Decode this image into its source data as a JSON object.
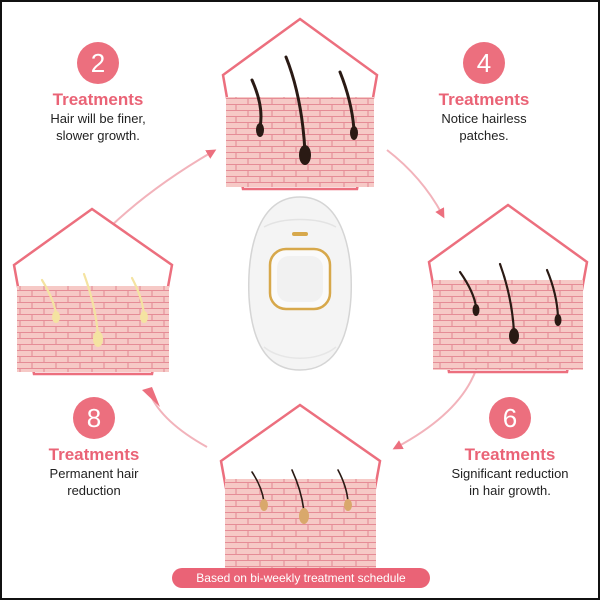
{
  "steps": [
    {
      "number": "2",
      "heading": "Treatments",
      "lines": [
        "Hair will be finer,",
        "slower growth."
      ]
    },
    {
      "number": "4",
      "heading": "Treatments",
      "lines": [
        "Notice hairless",
        "patches."
      ]
    },
    {
      "number": "6",
      "heading": "Treatments",
      "lines": [
        "Significant reduction",
        "in hair growth."
      ]
    },
    {
      "number": "8",
      "heading": "Treatments",
      "lines": [
        "Permanent hair",
        "reduction"
      ]
    }
  ],
  "footer_note": "Based on bi-weekly treatment schedule",
  "colors": {
    "accent": "#ec6f7e",
    "skin": "#f6c9c6",
    "brick_line": "#e58c96",
    "dark_hair": "#2a1a14",
    "light_hair": "#f4e3a1",
    "follicle": "#d9a86b"
  },
  "stages": [
    "thick-dark-hair",
    "thinner-dark-hair",
    "sparse-dark-hair",
    "light-fine-hair"
  ]
}
